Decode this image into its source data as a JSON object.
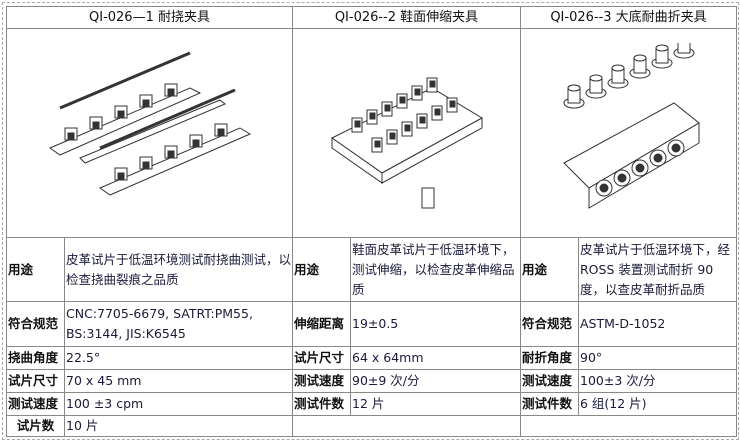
{
  "columns": [
    {
      "title": "QI-026—1 耐挠夹具",
      "image": "flex-fixture-drawing",
      "rows": [
        {
          "label": "用途",
          "value": "皮革试片于低温环境测试耐挠曲测试，以检查挠曲裂痕之品质"
        },
        {
          "label": "符合规范",
          "value": "CNC:7705-6679, SATRT:PM55, BS:3144, JIS:K6545"
        },
        {
          "label": "挠曲角度",
          "value": "22.5°"
        },
        {
          "label": "试片尺寸",
          "value": "70 x 45 mm"
        },
        {
          "label": "测试速度",
          "value": "100 ±3 cpm"
        },
        {
          "label": "试片数",
          "value": "10  片"
        }
      ]
    },
    {
      "title": "QI-026--2 鞋面伸缩夹具",
      "image": "stretch-fixture-drawing",
      "rows": [
        {
          "label": "用途",
          "value": "鞋面皮革试片于低温环境下，测试伸缩，以检查皮革伸缩品质"
        },
        {
          "label": "伸缩距离",
          "value": "19±0.5"
        },
        {
          "label": "试片尺寸",
          "value": "64 x 64mm"
        },
        {
          "label": "测试速度",
          "value": "90±9  次/分"
        },
        {
          "label": "测试件数",
          "value": "12  片"
        }
      ]
    },
    {
      "title": "QI-026--3 大底耐曲折夹具",
      "image": "sole-flex-fixture-drawing",
      "rows": [
        {
          "label": "用途",
          "value": "皮革试片于低温环境下，经ROSS 装置测试耐折 90 度，以查皮革耐折品质"
        },
        {
          "label": "符合规范",
          "value": "ASTM-D-1052"
        },
        {
          "label": "耐折角度",
          "value": "90°"
        },
        {
          "label": "测试速度",
          "value": "100±3  次/分"
        },
        {
          "label": "测试件数",
          "value": "6  组(12  片)"
        }
      ]
    }
  ]
}
